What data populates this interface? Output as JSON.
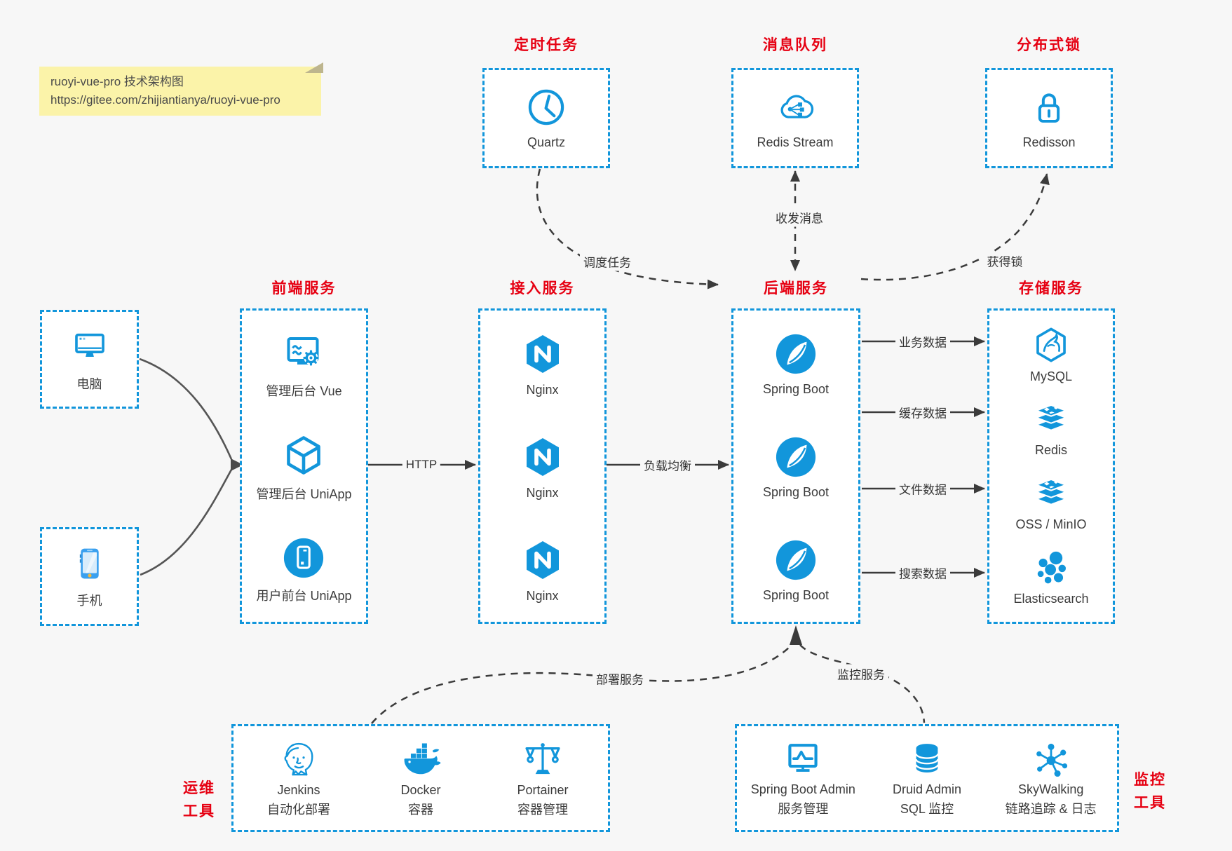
{
  "note": {
    "title": "ruoyi-vue-pro 技术架构图",
    "url": "https://gitee.com/zhijiantianya/ruoyi-vue-pro"
  },
  "colors": {
    "accent_blue": "#1296db",
    "title_red": "#e60012",
    "canvas_bg": "#f7f7f7",
    "note_bg": "#fbf3a9",
    "connector_dark": "#3b3b3b"
  },
  "top_groups": [
    {
      "title": "定时任务",
      "item": {
        "label": "Quartz",
        "icon": "clock-icon"
      }
    },
    {
      "title": "消息队列",
      "item": {
        "label": "Redis Stream",
        "icon": "cloud-share-icon"
      }
    },
    {
      "title": "分布式锁",
      "item": {
        "label": "Redisson",
        "icon": "lock-icon"
      }
    }
  ],
  "clients": [
    {
      "label": "电脑",
      "icon": "desktop-icon"
    },
    {
      "label": "手机",
      "icon": "smartphone-icon"
    }
  ],
  "columns": [
    {
      "title": "前端服务",
      "items": [
        {
          "label": "管理后台 Vue",
          "icon": "admin-vue-icon"
        },
        {
          "label": "管理后台 UniApp",
          "icon": "uniapp-cube-icon"
        },
        {
          "label": "用户前台 UniApp",
          "icon": "uniapp-mobile-icon"
        }
      ]
    },
    {
      "title": "接入服务",
      "items": [
        {
          "label": "Nginx",
          "icon": "nginx-icon"
        },
        {
          "label": "Nginx",
          "icon": "nginx-icon"
        },
        {
          "label": "Nginx",
          "icon": "nginx-icon"
        }
      ]
    },
    {
      "title": "后端服务",
      "items": [
        {
          "label": "Spring Boot",
          "icon": "spring-boot-icon"
        },
        {
          "label": "Spring Boot",
          "icon": "spring-boot-icon"
        },
        {
          "label": "Spring Boot",
          "icon": "spring-boot-icon"
        }
      ]
    },
    {
      "title": "存储服务",
      "items": [
        {
          "label": "MySQL",
          "icon": "mysql-icon"
        },
        {
          "label": "Redis",
          "icon": "redis-icon"
        },
        {
          "label": "OSS / MinIO",
          "icon": "oss-minio-icon"
        },
        {
          "label": "Elasticsearch",
          "icon": "elasticsearch-icon"
        }
      ]
    }
  ],
  "bottom_groups": [
    {
      "side": "运维\n工具",
      "items": [
        {
          "label": "Jenkins",
          "sublabel": "自动化部署",
          "icon": "jenkins-icon"
        },
        {
          "label": "Docker",
          "sublabel": "容器",
          "icon": "docker-icon"
        },
        {
          "label": "Portainer",
          "sublabel": "容器管理",
          "icon": "portainer-icon"
        }
      ]
    },
    {
      "side": "监控\n工具",
      "items": [
        {
          "label": "Spring Boot Admin",
          "sublabel": "服务管理",
          "icon": "spring-boot-admin-icon"
        },
        {
          "label": "Druid Admin",
          "sublabel": "SQL 监控",
          "icon": "druid-icon"
        },
        {
          "label": "SkyWalking",
          "sublabel": "链路追踪 & 日志",
          "icon": "skywalking-icon"
        }
      ]
    }
  ],
  "edges": {
    "http": "HTTP",
    "load_balance": "负载均衡",
    "schedule_task": "调度任务",
    "send_receive_message": "收发消息",
    "acquire_lock": "获得锁",
    "business_data": "业务数据",
    "cache_data": "缓存数据",
    "file_data": "文件数据",
    "search_data": "搜索数据",
    "deploy_service": "部署服务",
    "monitor_service": "监控服务"
  }
}
